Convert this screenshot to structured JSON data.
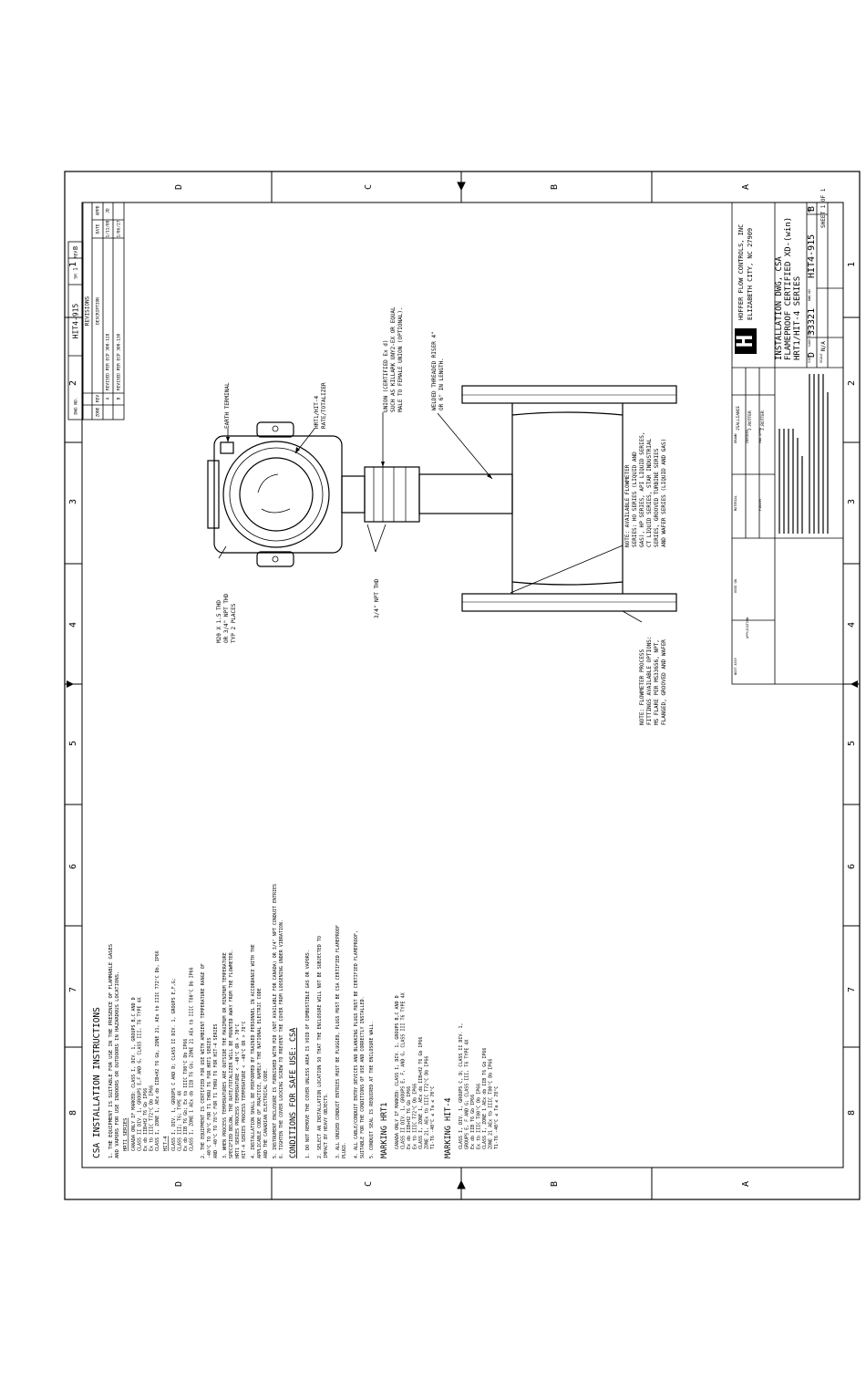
{
  "zone_letters": [
    "D",
    "C",
    "B",
    "A"
  ],
  "zone_numbers": [
    "8",
    "7",
    "6",
    "5",
    "4",
    "3",
    "2",
    "1"
  ],
  "csa_title": "CSA INSTALLATION INSTRUCTIONS",
  "csa_item1": [
    "1. THE EQUIPMENT IS SUITABLE FOR USE IN THE PRESENCE OF FLAMMABLE GASES",
    "   AND VAPORS FOR USE INDOORS OR OUTDOORS IN HAZARDOUS LOCATIONS."
  ],
  "hrt1_series_label": "HRT1 SERIES",
  "hrt1_series_lines": [
    "CANADA ONLY IF MARKED: CLASS I, DIV. 1, GROUPS B,C AND D",
    "CLASS II DIV. 1, GROUPS E,F AND G, CLASS III, T6 TYPE 4X",
    "Ex db IIB+H2 T6 Gb IP66",
    "Ex tb IIIC T72°C Db IP66",
    "CLASS I, ZONE 1, AEx db IIB+H2 T6 Gb, ZONE 21, AEx tb IIIC T72°C Db, IP66"
  ],
  "hit4_label": "HIT-4",
  "hit4_lines": [
    "CLASS I, DIV. 1, GROUPS C AND D; CLASS II DIV. 1, GROUPS E,F,G;",
    "CLASS III; T6; TYPE 4X",
    "Ex db IIB T6 Gb; Ex tb IIIC T80°C Db IP66",
    "CLASS I, ZONE 1 AEx db IIB T6 Gb; ZONE 21 AEx tb IIIC T80°C Db IP66"
  ],
  "csa_items_2_6": [
    "2. THE EQUIPMENT IS CERTIFIED FOR USE WITH AMBIENT TEMPERATURE RANGE OF",
    "   -40°C TO 70°C FOR T1 THRU T6 FOR HRT1 SERIES",
    "   AND -40°C TO 78°C FOR T1 THRU T6 FOR HIT-4 SERIES",
    "3. WHEN PROCESS TEMPERATURES ARE OUTSIDE THE MAXIMUM OR MINIMUM TEMPERATURE",
    "   SPECIFIED BELOW, THE RATE/TOTALIZER WILL BE MOUNTED AWAY FROM THE FLOWMETER.",
    "   HRT1 SERIES  PROCESS TEMPERATURE < -40°C OR > 70°C",
    "   HIT-4 SERIES  PROCESS TEMPERATURE < -40°C OR > 78°C",
    "4. INSTALLATION SHALL BE PERFORMED BY TRAINED PERSONNEL IN ACCORDANCE WITH THE",
    "   APPLICABLE CODE OF PRACTICE, NAMELY THE NATIONAL ELECTRIC CODE",
    "   AND THE CANADIAN ELECTRICAL CODE.",
    "5. INSTRUMENT ENCLOSURE IS FURNISHED WITH M20 (NOT AVAILABLE FOR CANADA) OR 3/4\" NPT CONDUIT ENTRIES",
    "6. TIGHTEN THE COVER LOCKING SCREW TO PREVENT THE COVER FROM LOOSENING UNDER VIBRATION."
  ],
  "conditions_title": "CONDITIONS FOR SAFE USE: CSA",
  "conditions_lines": [
    "1. DO NOT REMOVE THE COVER UNLESS AREA IS VOID OF COMBUSTIBLE GAS OR VAPORS.",
    "2. SELECT AN INSTALLATION LOCATION SO THAT THE ENCLOSURE WILL NOT BE SUBJECTED TO",
    "   IMPACT BY HEAVY OBJECTS.",
    "3. ALL UNUSED CONDUIT ENTRIES MUST BE PLUGGED, PLUGS MUST BE CSA CERTIFIED FLAMEPROOF",
    "   PLUGS.",
    "4. ALL CABLE/CONDUIT ENTRY DEVICES AND BLANKING PLUGS MUST BE CERTIFIED FLAMEPROOF,",
    "   SUITABLE FOR THE CONDITIONS OF USE AND CORRECTLY INSTALLED.",
    "5. CONDUIT SEAL IS REQUIRED AT THE ENCLOSURE WALL."
  ],
  "marking_hrt1_title": "MARKING HRT1",
  "marking_hrt1_lines": [
    "CANADA ONLY IF MARKED: CLASS I, DIV. 1, GROUPS B,C AND D",
    "CLASS II DIV. 1, GROUPS E, F, AND G, CLASS III T6 TYPE 4X",
    "Ex db IIB+H2 T6 Gb IP66",
    "Ex tb IIIC T72°C Db IP66",
    "CLASS I, ZONE 1, AEx db IIB+H2 T6 Gb IP66",
    "ZONE 21, AEx tb IIIC T72°C Db IP66",
    "T1-T6 -40°C ≤ Ta ≤ 70°C"
  ],
  "marking_hit4_title": "MARKING HIT-4",
  "marking_hit4_lines": [
    "CLASS I, DIV. 1, GROUPS C, D; CLASS II DIV. 1,",
    "GROUPS E, F AND G; CLASS III, T6 TYPE 4X",
    "Ex db IIB T6 Gb IP66",
    "Ex tb IIIC T80°C Db IP66",
    "CLASS I, ZONE 1 AEx db IIB T6 Gb IP66",
    "ZONE 21 AEx tb IIIC T80°C Db IP66",
    "T1-T6 -40°C ≤ Ta ≤ 78°C"
  ],
  "callouts": {
    "m20": [
      "M20 X 1.5 THD",
      "OR 3/4\" NPT THD",
      "TYP 2 PLACES"
    ],
    "npt": [
      "3/4\" NPT THD"
    ],
    "earth": [
      "EARTH TERMINAL"
    ],
    "rate": [
      "HRT1/HIT-4",
      "RATE/TOTALIZER"
    ],
    "union": [
      "UNION (CERTIFIED Ex d)",
      "SUCH AS KILLARK UNY2-EX OR EQUAL",
      "MALE TO FEMALE UNION (OPTIONAL)."
    ],
    "riser": [
      "WELDED THREADED RISER 4\"",
      "OR 6\" IN LENGTH."
    ],
    "note_flowmeter": [
      "NOTE: AVAILABLE FLOWMETER",
      "SERIES: HO SERIES (LIQUID AND",
      "GAS), HP SERIES, API LIQUID SERIES,",
      "CT LIQUID SERIES, STAR INDUSTRIAL",
      "SERIES, GROOVED TURBINE SERIES",
      "AND WAFER SERIES (LIQUID AND GAS)"
    ],
    "note_process": [
      "NOTE: FLOWMETER PROCESS",
      "FITTINGS AVAILABLE OPTIONS:",
      "MS FLARE PER MS33656, NPT,",
      "FLANGED, GROOVED AND WAFER"
    ]
  },
  "title_block": {
    "dwg_no_label": "DWG NO.",
    "dwg_no": "HIT4-915",
    "sh_label": "SH",
    "sh_value": "1",
    "rev_label": "REV",
    "rev_value": "B",
    "revisions_title": "REVISIONS",
    "rev_headers": [
      "ZONE",
      "REV",
      "DESCRIPTION",
      "DATE",
      "APPD"
    ],
    "rev_rows": [
      [
        "",
        "A",
        "REVISED PER ECP 300-128",
        "1/11/08",
        "JD"
      ],
      [
        "",
        "B",
        "REVISED PER ECP 300-130",
        "1/06/27",
        ""
      ]
    ],
    "company_lines": [
      "HOFFER FLOW CONTROLS, INC",
      "ELIZABETH CITY, NC 27909"
    ],
    "logo_letter": "H",
    "title_lines": [
      "INSTALLATION DWG, CSA",
      "FLAMEPROOF CERTIFIED XD-(win)",
      "HRT1/HIT-4 SERIES"
    ],
    "size_label": "SIZE",
    "size_value": "D",
    "cage_label": "CAGE CODE",
    "cage_value": "33321",
    "dwg_label": "DWG NO",
    "dwg_value": "HIT4-915",
    "rev2_label": "REV",
    "rev2_value": "B",
    "scale_label": "SCALE",
    "scale_value": "N/A",
    "sheet_value": "SHEET 1 OF 1",
    "drawn_label": "DRAWN",
    "drawn_value": "JSALLIANCE",
    "checked_label": "CHECKED",
    "checked_value": "J.ROTTER",
    "eng_label": "ENG APPR",
    "eng_value": "J.ROTTER",
    "material_label": "MATERIAL",
    "finish_label": "FINISH",
    "next_assy_label": "NEXT ASSY",
    "used_on_label": "USED ON",
    "application_label": "APPLICATION"
  }
}
